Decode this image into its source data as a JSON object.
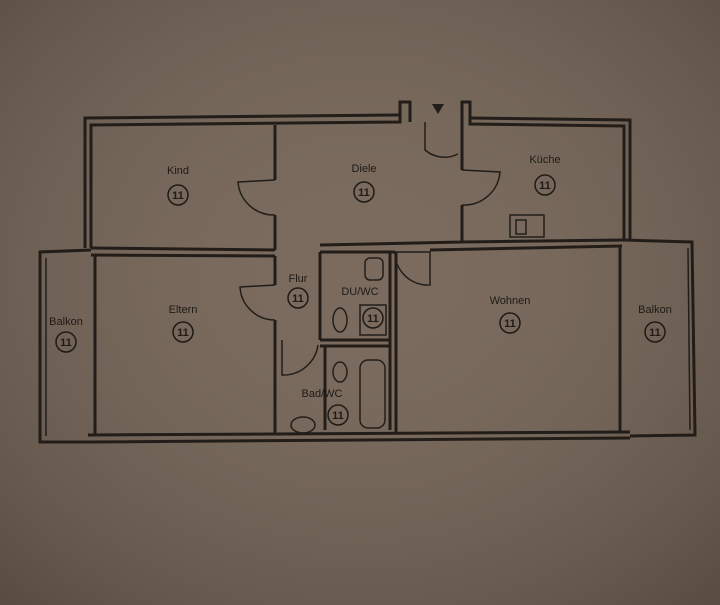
{
  "colors": {
    "paper": "#7a6b5e",
    "ink": "#231d19"
  },
  "rooms": [
    {
      "name": "Kind",
      "number": "11"
    },
    {
      "name": "Diele",
      "number": "11"
    },
    {
      "name": "Küche",
      "number": "11"
    },
    {
      "name": "Flur",
      "number": "11"
    },
    {
      "name": "DU/WC",
      "number": "11"
    },
    {
      "name": "Eltern",
      "number": "11"
    },
    {
      "name": "Wohnen",
      "number": "11"
    },
    {
      "name": "Balkon",
      "number": "11"
    },
    {
      "name": "Balkon",
      "number": "11"
    },
    {
      "name": "Bad/WC",
      "number": "11"
    }
  ]
}
